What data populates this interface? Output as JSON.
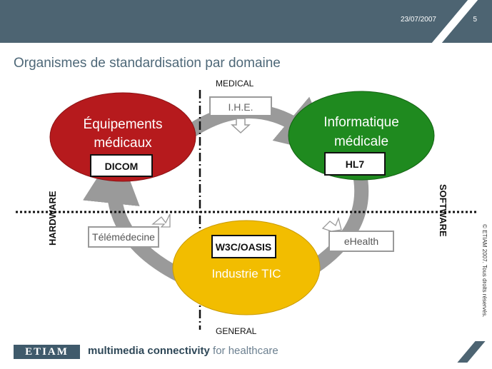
{
  "header": {
    "date": "23/07/2007",
    "page_number": "5"
  },
  "title": "Organismes de standardisation par domaine",
  "axes": {
    "top": "MEDICAL",
    "bottom": "GENERAL",
    "left": "HARDWARE",
    "right": "SOFTWARE"
  },
  "nodes": {
    "equipements": {
      "line1": "Équipements",
      "line2": "médicaux",
      "standard": "DICOM",
      "color": "#b61a1d"
    },
    "informatique": {
      "line1": "Informatique",
      "line2": "médicale",
      "standard": "HL7",
      "color": "#1f8a1f"
    },
    "industrie": {
      "line1": "Industrie TIC",
      "standard": "W3C/OASIS",
      "color": "#f2bd00"
    }
  },
  "links": {
    "ihe": "I.H.E.",
    "telemedecine": "Télémédecine",
    "ehealth": "eHealth"
  },
  "footer": {
    "logo": "ETIAM",
    "tagline_bold": "multimedia connectivity",
    "tagline_rest": "for healthcare"
  },
  "copyright": "© ETIAM 2007. Tous droits réservés."
}
